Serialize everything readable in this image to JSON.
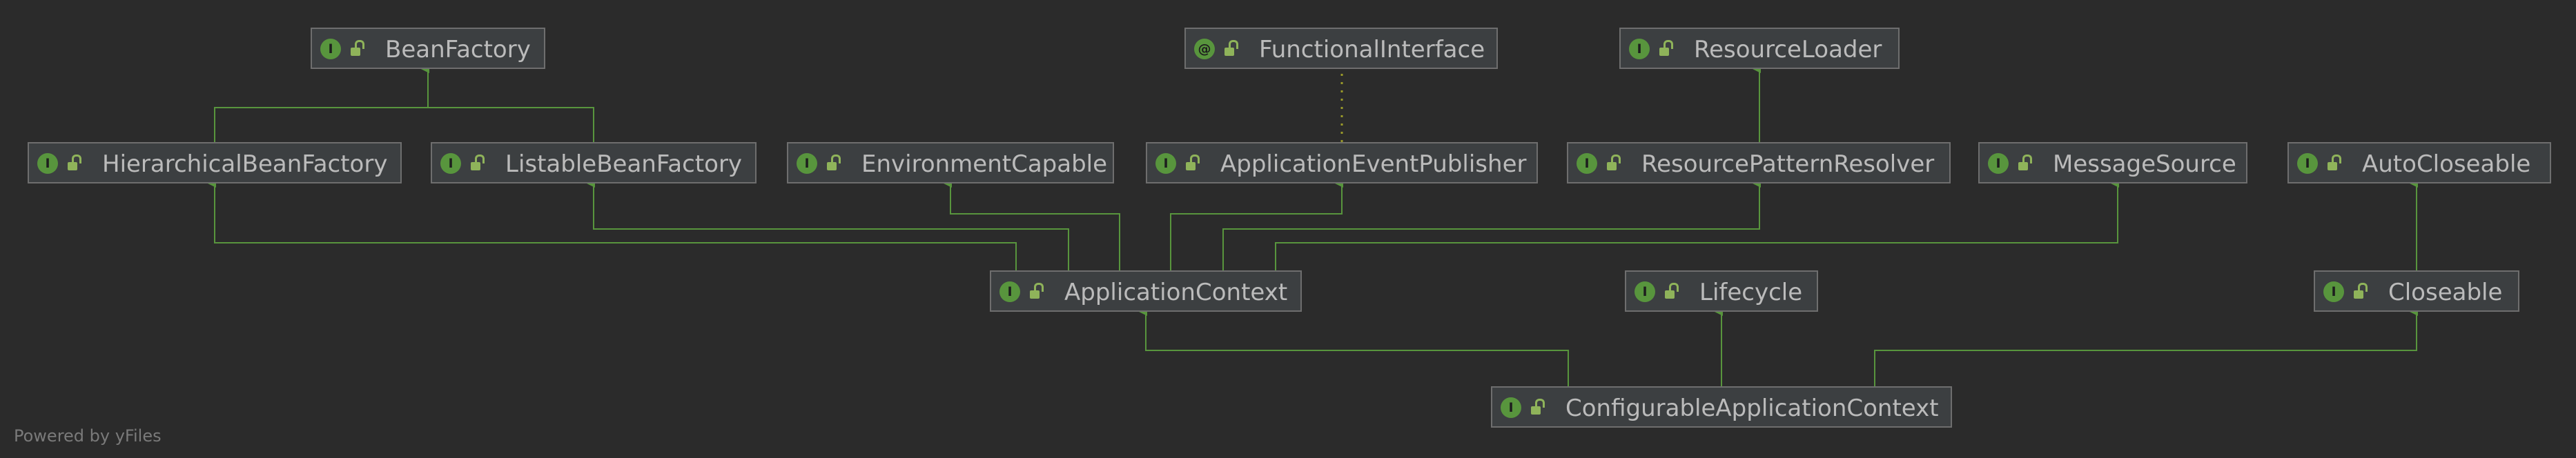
{
  "footer": {
    "text": "Powered by yFiles"
  },
  "colors": {
    "background": "#2b2b2b",
    "node_fill": "#3c3f41",
    "node_border": "#6e6e6e",
    "edge": "#58953d",
    "badge": "#58953d",
    "text": "#bbbbbb"
  },
  "nodes": [
    {
      "id": "beanfactory",
      "label": "BeanFactory",
      "badge": "I",
      "icon": "interface-icon"
    },
    {
      "id": "functionalinterface",
      "label": "FunctionalInterface",
      "badge": "@",
      "icon": "annotation-icon"
    },
    {
      "id": "resourceloader",
      "label": "ResourceLoader",
      "badge": "I",
      "icon": "interface-icon"
    },
    {
      "id": "hierarchicalbeanfactory",
      "label": "HierarchicalBeanFactory",
      "badge": "I",
      "icon": "interface-icon"
    },
    {
      "id": "listablebeanfactory",
      "label": "ListableBeanFactory",
      "badge": "I",
      "icon": "interface-icon"
    },
    {
      "id": "environmentcapable",
      "label": "EnvironmentCapable",
      "badge": "I",
      "icon": "interface-icon"
    },
    {
      "id": "applicationeventpublisher",
      "label": "ApplicationEventPublisher",
      "badge": "I",
      "icon": "interface-icon"
    },
    {
      "id": "resourcepatternresolver",
      "label": "ResourcePatternResolver",
      "badge": "I",
      "icon": "interface-icon"
    },
    {
      "id": "messagesource",
      "label": "MessageSource",
      "badge": "I",
      "icon": "interface-icon"
    },
    {
      "id": "autocloseable",
      "label": "AutoCloseable",
      "badge": "I",
      "icon": "interface-icon"
    },
    {
      "id": "applicationcontext",
      "label": "ApplicationContext",
      "badge": "I",
      "icon": "interface-icon"
    },
    {
      "id": "lifecycle",
      "label": "Lifecycle",
      "badge": "I",
      "icon": "interface-icon"
    },
    {
      "id": "closeable",
      "label": "Closeable",
      "badge": "I",
      "icon": "interface-icon"
    },
    {
      "id": "configurableapplicationcontext",
      "label": "ConfigurableApplicationContext",
      "badge": "I",
      "icon": "interface-icon"
    }
  ],
  "edges": [
    {
      "from": "hierarchicalbeanfactory",
      "to": "beanfactory",
      "style": "solid"
    },
    {
      "from": "listablebeanfactory",
      "to": "beanfactory",
      "style": "solid"
    },
    {
      "from": "applicationeventpublisher",
      "to": "functionalinterface",
      "style": "dotted"
    },
    {
      "from": "resourcepatternresolver",
      "to": "resourceloader",
      "style": "solid"
    },
    {
      "from": "applicationcontext",
      "to": "hierarchicalbeanfactory",
      "style": "solid"
    },
    {
      "from": "applicationcontext",
      "to": "listablebeanfactory",
      "style": "solid"
    },
    {
      "from": "applicationcontext",
      "to": "environmentcapable",
      "style": "solid"
    },
    {
      "from": "applicationcontext",
      "to": "applicationeventpublisher",
      "style": "solid"
    },
    {
      "from": "applicationcontext",
      "to": "resourcepatternresolver",
      "style": "solid"
    },
    {
      "from": "applicationcontext",
      "to": "messagesource",
      "style": "solid"
    },
    {
      "from": "closeable",
      "to": "autocloseable",
      "style": "solid"
    },
    {
      "from": "configurableapplicationcontext",
      "to": "applicationcontext",
      "style": "solid"
    },
    {
      "from": "configurableapplicationcontext",
      "to": "lifecycle",
      "style": "solid"
    },
    {
      "from": "configurableapplicationcontext",
      "to": "closeable",
      "style": "solid"
    }
  ]
}
